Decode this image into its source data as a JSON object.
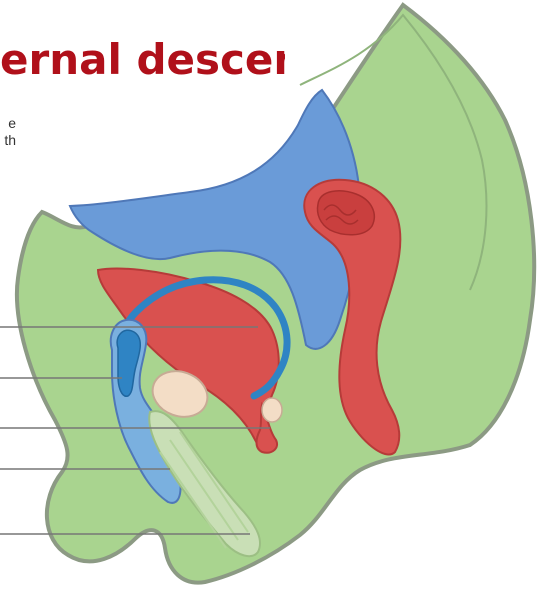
{
  "title_fragment": "ernal descent",
  "caption_fragments": [
    "e",
    "th"
  ],
  "colors": {
    "title_red": "#b0101a",
    "tissue_green": "#a9d48f",
    "outline_gray": "#8c9a84",
    "peritoneum_blue": "#6a9bd8",
    "muscle_red": "#d9514f",
    "pale_oval": "#f3ddc6",
    "gubernaculum_green": "#c9dfb6",
    "leader_gray": "#777777"
  },
  "leader_lines": 5,
  "labels_visible": false
}
